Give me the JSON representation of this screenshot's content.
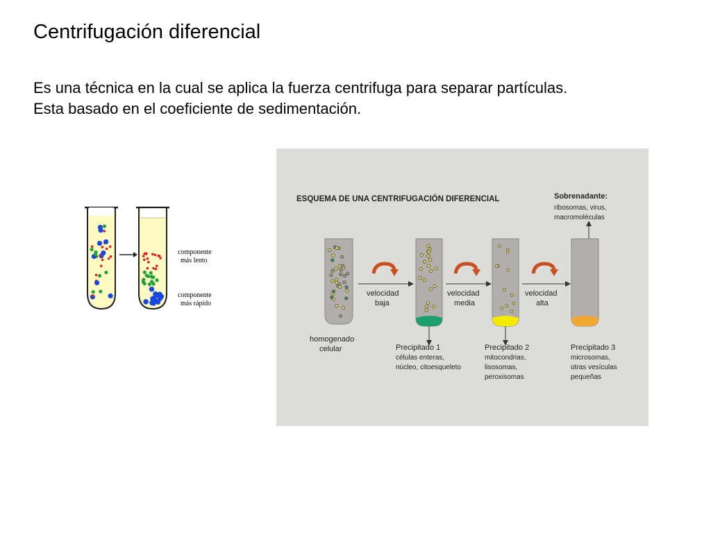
{
  "slide": {
    "title": "Centrifugación diferencial",
    "line1": "Es una técnica en la cual se aplica la fuerza centrifuga para separar partículas.",
    "line2": "Esta basado en el coeficiente de sedimentación."
  },
  "left_figure": {
    "label_slow_1": "componente",
    "label_slow_2": "más lento",
    "label_fast_1": "componente",
    "label_fast_2": "más rápido"
  },
  "scheme": {
    "title": "ESQUEMA DE UNA CENTRIFUGACIÓN DIFERENCIAL",
    "supernatant": [
      "Sobrenadante:",
      "ribosomas, virus,",
      "macromoléculas"
    ],
    "homogenate": [
      "homogenado",
      "celular"
    ],
    "speeds": [
      [
        "velocidad",
        "baja"
      ],
      [
        "velocidad",
        "media"
      ],
      [
        "velocidad",
        "alta"
      ]
    ],
    "precipitates": [
      {
        "title": "Precipitado 1",
        "lines": [
          "células enteras,",
          "núcleo, citoesqueleto"
        ]
      },
      {
        "title": "Precipitado 2",
        "lines": [
          "mitocondrias,",
          "lisosomas,",
          "peroxisomas"
        ]
      },
      {
        "title": "Precipitado 3",
        "lines": [
          "microsomas,",
          "otras vesículas",
          "pequeñas"
        ]
      }
    ],
    "colors": {
      "panel": "#dcdcd8",
      "tube": "#b2aeab",
      "pellet1": "#1ea06e",
      "pellet2": "#f2ea00",
      "pellet3": "#f0a830",
      "curved_arrow": "#c8501e"
    }
  }
}
